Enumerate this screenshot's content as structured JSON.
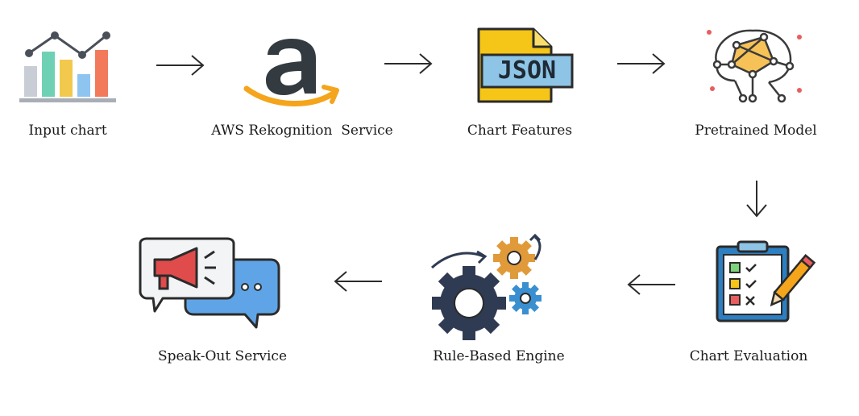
{
  "diagram": {
    "nodes": [
      {
        "id": "input-chart",
        "label": "Input chart",
        "icon": "bar-line-chart-icon"
      },
      {
        "id": "aws-rekognition",
        "label": "AWS Rekognition  Service",
        "icon": "amazon-logo-icon"
      },
      {
        "id": "chart-features",
        "label": "Chart Features",
        "icon": "json-file-icon",
        "icon_text": "JSON"
      },
      {
        "id": "pretrained-model",
        "label": "Pretrained Model",
        "icon": "neural-brain-icon"
      },
      {
        "id": "chart-evaluation",
        "label": "Chart Evaluation",
        "icon": "checklist-clipboard-icon"
      },
      {
        "id": "rule-based-engine",
        "label": "Rule-Based Engine",
        "icon": "gears-icon"
      },
      {
        "id": "speak-out-service",
        "label": "Speak-Out Service",
        "icon": "megaphone-chat-icon"
      }
    ],
    "edges": [
      {
        "from": "input-chart",
        "to": "aws-rekognition",
        "direction": "right"
      },
      {
        "from": "aws-rekognition",
        "to": "chart-features",
        "direction": "right"
      },
      {
        "from": "chart-features",
        "to": "pretrained-model",
        "direction": "right"
      },
      {
        "from": "pretrained-model",
        "to": "chart-evaluation",
        "direction": "down"
      },
      {
        "from": "chart-evaluation",
        "to": "rule-based-engine",
        "direction": "left"
      },
      {
        "from": "rule-based-engine",
        "to": "speak-out-service",
        "direction": "left"
      }
    ]
  },
  "colors": {
    "outline": "#2b2b2b",
    "amazon_orange": "#f4a51c",
    "json_yellow": "#f5c518",
    "json_blue": "#8ec5e6",
    "gear_navy": "#2f3b52",
    "gear_orange": "#e09a3a",
    "gear_blue": "#3a8fd0",
    "clipboard_blue": "#2d7fc1",
    "megaphone_red": "#e04b4b",
    "chat_blue": "#5fa4e6"
  }
}
